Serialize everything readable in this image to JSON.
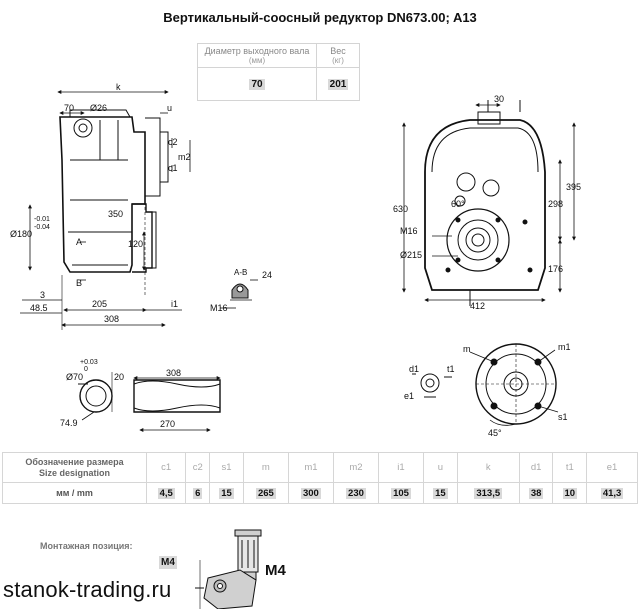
{
  "title": "Вертикальный-соосный редуктор DN673.00; A13",
  "spec_table": {
    "diameter_header": "Диаметр выходного вала",
    "diameter_unit": "(мм)",
    "weight_header": "Вес",
    "weight_unit": "(кг)",
    "diameter_value": "70",
    "weight_value": "201"
  },
  "drawing": {
    "side_view": {
      "k": "k",
      "d70": "70",
      "d26": "Ø26",
      "u": "u",
      "c2": "c2",
      "m2": "m2",
      "c1": "c1",
      "tol1": "-0.01",
      "tol2": "-0.04",
      "d180": "Ø180",
      "d350": "350",
      "d120": "120",
      "A": "A",
      "B": "B",
      "d3": "3",
      "d48_5": "48.5",
      "d205": "205",
      "i1": "i1",
      "d308": "308"
    },
    "section_ab": {
      "label": "A-B",
      "d24": "24",
      "m16": "M16"
    },
    "front_view": {
      "d30": "30",
      "d630": "630",
      "d395": "395",
      "d298": "298",
      "angle60": "60°",
      "m16": "M16",
      "d215": "Ø215",
      "d176": "176",
      "d412": "412"
    },
    "shaft_view": {
      "tol_top": "+0.03",
      "tol_bot": "0",
      "d70": "Ø70",
      "d20": "20",
      "d308": "308",
      "d74_9": "74.9",
      "d270": "270"
    },
    "flange_view": {
      "d1": "d1",
      "t1": "t1",
      "e1": "e1",
      "m": "m",
      "m1": "m1",
      "s1": "s1",
      "angle45": "45°"
    }
  },
  "size_table": {
    "row1_label_ru": "Обозначение размера",
    "row1_label_en": "Size designation",
    "row2_label": "мм / mm",
    "columns": [
      "c1",
      "c2",
      "s1",
      "m",
      "m1",
      "m2",
      "i1",
      "u",
      "k",
      "d1",
      "t1",
      "e1"
    ],
    "values": [
      "4,5",
      "6",
      "15",
      "265",
      "300",
      "230",
      "105",
      "15",
      "313,5",
      "38",
      "10",
      "41,3"
    ]
  },
  "mounting": {
    "label": "Монтажная позиция:",
    "position_code": "M4",
    "position_big": "M4"
  },
  "watermark": "stanok-trading.ru"
}
